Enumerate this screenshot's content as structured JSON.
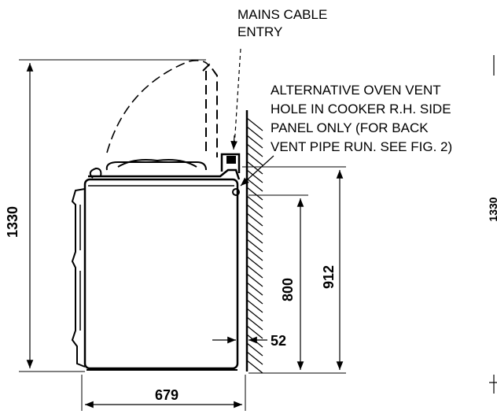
{
  "labels": {
    "mains_line1": "MAINS CABLE",
    "mains_line2": "ENTRY",
    "vent_line1": "ALTERNATIVE OVEN VENT",
    "vent_line2": "HOLE IN COOKER R.H. SIDE",
    "vent_line3": "PANEL ONLY (FOR BACK",
    "vent_line4": "VENT PIPE RUN. SEE FIG. 2)"
  },
  "dimensions": {
    "overall_height": "1330",
    "overall_height_partial": "1330",
    "hob_height": "912",
    "vent_height": "800",
    "wall_gap": "52",
    "depth": "679"
  }
}
